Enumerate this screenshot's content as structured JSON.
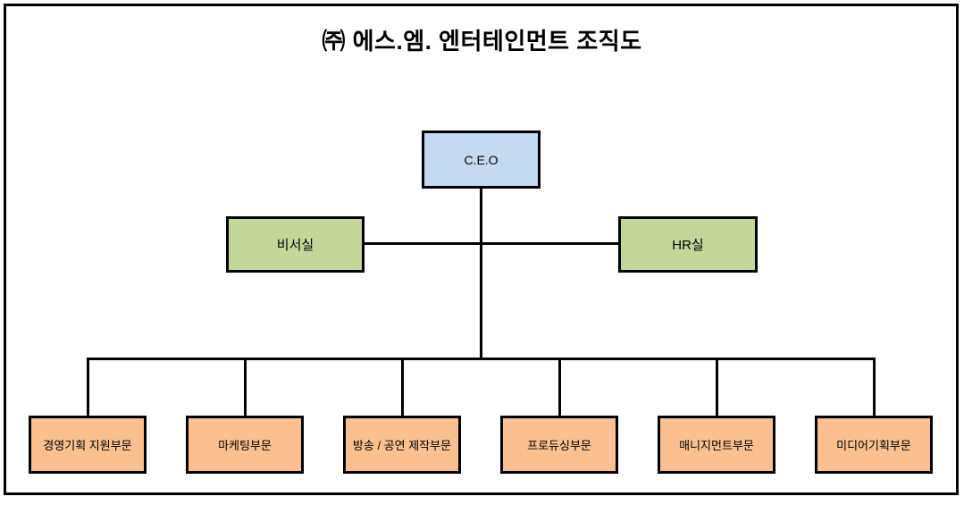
{
  "title": "㈜ 에스.엠. 엔터테인먼트 조직도",
  "colors": {
    "ceo_fill": "#C5D9F1",
    "staff_fill": "#C4D79B",
    "dept_fill": "#FAC08F",
    "line": "#000000",
    "border": "#000000",
    "background": "#FFFFFF"
  },
  "nodes": {
    "ceo": {
      "label": "C.E.O"
    },
    "staff": [
      {
        "label": "비서실"
      },
      {
        "label": "HR실"
      }
    ],
    "departments": [
      {
        "label": "경영기획 지원부문"
      },
      {
        "label": "마케팅부문"
      },
      {
        "label": "방송 / 공연 제작부문"
      },
      {
        "label": "프로듀싱부문"
      },
      {
        "label": "매니지먼트부문"
      },
      {
        "label": "미디어기획부문"
      }
    ]
  }
}
